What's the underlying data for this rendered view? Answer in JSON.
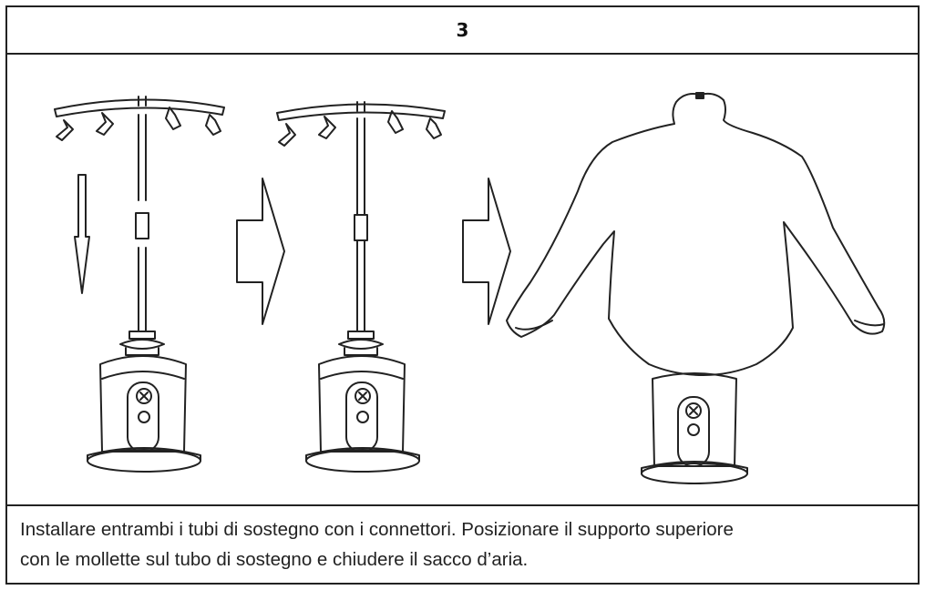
{
  "step": {
    "number": "3"
  },
  "caption": {
    "line1": "Installare entrambi i tubi di sostegno con i connettori. Posizionare il supporto superiore",
    "line2": "con le mollette sul tubo di sostegno e chiudere il sacco d’aria."
  },
  "figures": [
    {
      "name": "stand-separated-tubes",
      "icons": [
        "hanger-icon",
        "tube-connector-icon",
        "base-unit-icon"
      ]
    },
    {
      "name": "arrow-right",
      "icons": [
        "arrow-right-icon"
      ]
    },
    {
      "name": "stand-assembled",
      "icons": [
        "hanger-icon",
        "tube-connector-icon",
        "base-unit-icon"
      ]
    },
    {
      "name": "arrow-right",
      "icons": [
        "arrow-right-icon"
      ]
    },
    {
      "name": "stand-with-air-bag",
      "icons": [
        "shirt-airbag-icon",
        "base-unit-icon"
      ]
    }
  ],
  "colors": {
    "line": "#222222",
    "background": "#ffffff"
  }
}
